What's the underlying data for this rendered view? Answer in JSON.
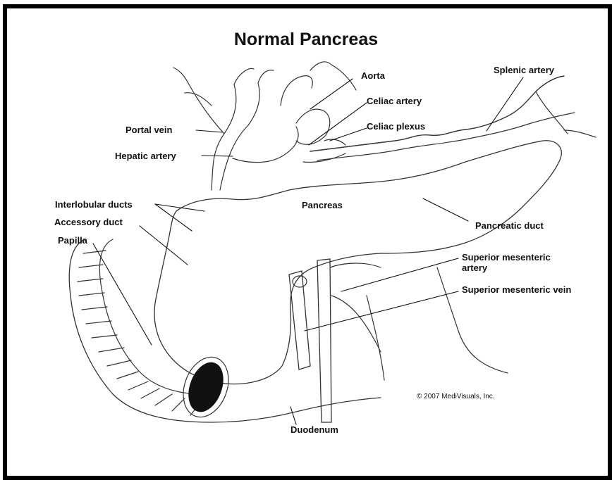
{
  "title": "Normal Pancreas",
  "labels": {
    "aorta": "Aorta",
    "celiac_artery": "Celiac artery",
    "celiac_plexus": "Celiac plexus",
    "splenic_artery": "Splenic artery",
    "portal_vein": "Portal vein",
    "hepatic_artery": "Hepatic artery",
    "interlobular_ducts": "Interlobular ducts",
    "pancreas": "Pancreas",
    "accessory_duct": "Accessory duct",
    "pancreatic_duct": "Pancreatic duct",
    "papilla": "Papilla",
    "superior_mesenteric_artery": "Superior mesenteric artery",
    "superior_mesenteric_vein": "Superior mesenteric vein",
    "duodenum": "Duodenum"
  },
  "copyright": "© 2007 MediVisuals, Inc.",
  "colors": {
    "line": "#222222",
    "background": "#ffffff",
    "border": "#000000"
  }
}
